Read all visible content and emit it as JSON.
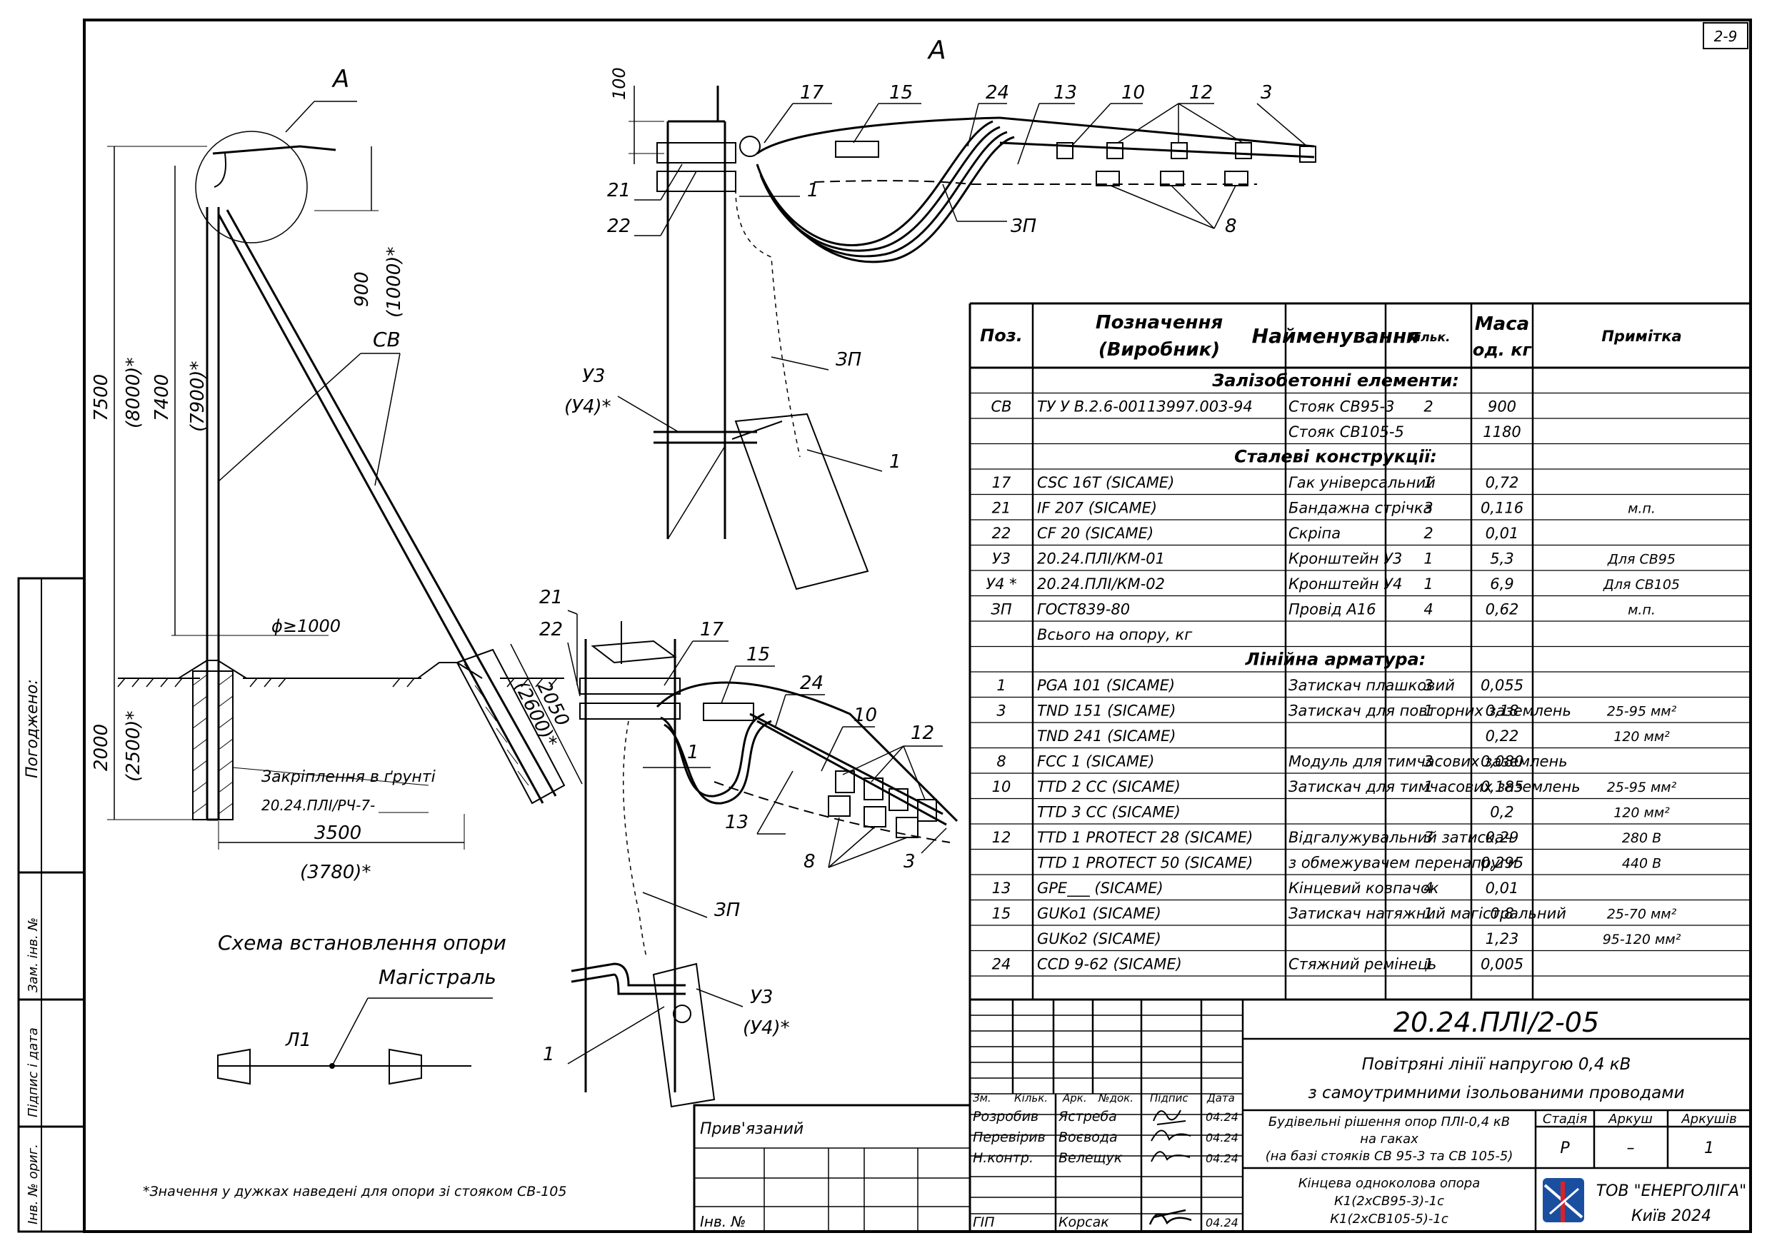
{
  "sheet": {
    "number": "2-9",
    "view_a": "А",
    "view_a_circle": "А",
    "foreign_notes_label": "Погоджено:",
    "side_stamp": [
      "Інв. № ориг.",
      "Підпис і дата",
      "Зам. інв. №"
    ]
  },
  "pole_diagram": {
    "dims": {
      "h7500": "7500",
      "h8000": "(8000)*",
      "h7400": "7400",
      "h7900": "(7900)*",
      "top900": "900",
      "top1000": "(1000)*",
      "cb": "СВ",
      "dia": "ϕ≥1000",
      "depth2000": "2000",
      "depth2500": "(2500)*",
      "strut2050": "2050",
      "strut2600": "(2600)*",
      "base3500": "3500",
      "base3780": "(3780)*"
    },
    "foundation_label": "Закріплення в ґрунті",
    "foundation_code": "20.24.ПЛІ/РЧ-7-",
    "scheme_title": "Схема встановлення опори",
    "main_label": "Магістраль",
    "line_label": "Л1",
    "footnote": "*Значення у дужках наведені для опори зі стояком СВ-105"
  },
  "detail_labels": {
    "top": [
      "100",
      "17",
      "15",
      "24",
      "13",
      "10",
      "12",
      "3",
      "21",
      "22",
      "1",
      "ЗП",
      "8",
      "У3",
      "(У4)*",
      "ЗП",
      "1"
    ],
    "bottom": [
      "21",
      "22",
      "17",
      "15",
      "24",
      "10",
      "12",
      "1",
      "13",
      "8",
      "3",
      "ЗП",
      "У3",
      "(У4)*",
      "1"
    ]
  },
  "spec_table": {
    "headers": [
      "Поз.",
      "Позначення (Виробник)",
      "Найменування",
      "Кільк.",
      "Маса од. кг",
      "Примітка"
    ],
    "rows": [
      {
        "type": "section",
        "name": "Залізобетонні елементи:"
      },
      {
        "pos": "СВ",
        "code": "ТУ У В.2.6-00113997.003-94",
        "name": "Стояк СВ95-3",
        "qty": "2",
        "mass": "900",
        "note": ""
      },
      {
        "pos": "",
        "code": "",
        "name": "Стояк СВ105-5",
        "qty": "",
        "mass": "1180",
        "note": ""
      },
      {
        "type": "section",
        "name": "Сталеві конструкції:"
      },
      {
        "pos": "17",
        "code": "CSC 16T (SICAME)",
        "name": "Гак універсальний",
        "qty": "1",
        "mass": "0,72",
        "note": ""
      },
      {
        "pos": "21",
        "code": "IF 207 (SICAME)",
        "name": "Бандажна стрічка",
        "qty": "3",
        "mass": "0,116",
        "note": "м.п."
      },
      {
        "pos": "22",
        "code": "CF 20 (SICAME)",
        "name": "Скріпа",
        "qty": "2",
        "mass": "0,01",
        "note": ""
      },
      {
        "pos": "У3",
        "code": "20.24.ПЛІ/КМ-01",
        "name": "Кронштейн У3",
        "qty": "1",
        "mass": "5,3",
        "note": "Для СВ95"
      },
      {
        "pos": "У4 *",
        "code": "20.24.ПЛІ/КМ-02",
        "name": "Кронштейн У4",
        "qty": "1",
        "mass": "6,9",
        "note": "Для СВ105"
      },
      {
        "pos": "ЗП",
        "code": "ГОСТ839-80",
        "name": "Провід А16",
        "qty": "4",
        "mass": "0,62",
        "note": "м.п."
      },
      {
        "pos": "",
        "code": "Всього на опору, кг",
        "name": "",
        "qty": "",
        "mass": "",
        "note": ""
      },
      {
        "type": "section",
        "name": "Лінійна арматура:"
      },
      {
        "pos": "1",
        "code": "PGA 101 (SICAME)",
        "name": "Затискач плашковий",
        "qty": "3",
        "mass": "0,055",
        "note": ""
      },
      {
        "pos": "3",
        "code": "TND 151 (SICAME)",
        "name": "Затискач для повторних заземлень",
        "qty": "1",
        "mass": "0,18",
        "note": "25-95 мм²"
      },
      {
        "pos": "",
        "code": "TND 241 (SICAME)",
        "name": "",
        "qty": "",
        "mass": "0,22",
        "note": "120 мм²"
      },
      {
        "pos": "8",
        "code": "FCC 1 (SICAME)",
        "name": "Модуль для тимчасових заземлень",
        "qty": "3",
        "mass": "0,080",
        "note": ""
      },
      {
        "pos": "10",
        "code": "TTD 2 CC (SICAME)",
        "name": "Затискач для тимчасових заземлень",
        "qty": "1",
        "mass": "0,185",
        "note": "25-95 мм²"
      },
      {
        "pos": "",
        "code": "TTD 3 CC (SICAME)",
        "name": "",
        "qty": "",
        "mass": "0,2",
        "note": "120 мм²"
      },
      {
        "pos": "12",
        "code": "TTD 1 PROTECT 28 (SICAME)",
        "name": "Відгалужувальний затискач",
        "qty": "3",
        "mass": "0,29",
        "note": "280 В"
      },
      {
        "pos": "",
        "code": "TTD 1 PROTECT 50 (SICAME)",
        "name": "з обмежувачем перенапруги",
        "qty": "",
        "mass": "0,295",
        "note": "440 В"
      },
      {
        "pos": "13",
        "code": "GPE___ (SICAME)",
        "name": "Кінцевий ковпачок",
        "qty": "4",
        "mass": "0,01",
        "note": ""
      },
      {
        "pos": "15",
        "code": "GUKo1 (SICAME)",
        "name": "Затискач натяжний магістральний",
        "qty": "1",
        "mass": "0,8",
        "note": "25-70 мм²"
      },
      {
        "pos": "",
        "code": "GUKo2 (SICAME)",
        "name": "",
        "qty": "",
        "mass": "1,23",
        "note": "95-120 мм²"
      },
      {
        "pos": "24",
        "code": "CCD 9-62 (SICAME)",
        "name": "Стяжний ремінець",
        "qty": "1",
        "mass": "0,005",
        "note": ""
      }
    ]
  },
  "title_block": {
    "doc_code": "20.24.ПЛІ/2-05",
    "title_line1": "Повітряні лінії напругою 0,4 кВ",
    "title_line2": "з самоутримними ізольованими проводами",
    "sheet_desc_line1": "Будівельні рішення опор ПЛІ-0,4 кВ",
    "sheet_desc_line2": "на гаках",
    "sheet_desc_line3": "(на базі стояків СВ 95-3 та СВ 105-5)",
    "drawing_name_line1": "Кінцева одноколова опора",
    "drawing_name_line2": "К1(2хСВ95-3)-1с",
    "drawing_name_line3": "К1(2хСВ105-5)-1с",
    "cols": {
      "zm": "Зм.",
      "kilk": "Кільк.",
      "ark": "Арк.",
      "ndok": "№док.",
      "pidpys": "Підпис",
      "data": "Дата"
    },
    "stage_label": "Стадія",
    "sheet_label": "Аркуш",
    "sheets_label": "Аркушів",
    "stage": "Р",
    "sheet": "–",
    "sheets": "1",
    "roles": [
      {
        "role": "Розробив",
        "name": "Ястреба",
        "date": "04.24"
      },
      {
        "role": "Перевірив",
        "name": "Воєвода",
        "date": "04.24"
      },
      {
        "role": "Н.контр.",
        "name": "Велещук",
        "date": "04.24"
      },
      {
        "role": "ГІП",
        "name": "Корсак",
        "date": "04.24"
      }
    ],
    "bound": "Прив'язаний",
    "inv": "Інв. №",
    "company": "ТОВ \"ЕНЕРГОЛІГА\"",
    "city": "Київ 2024"
  }
}
